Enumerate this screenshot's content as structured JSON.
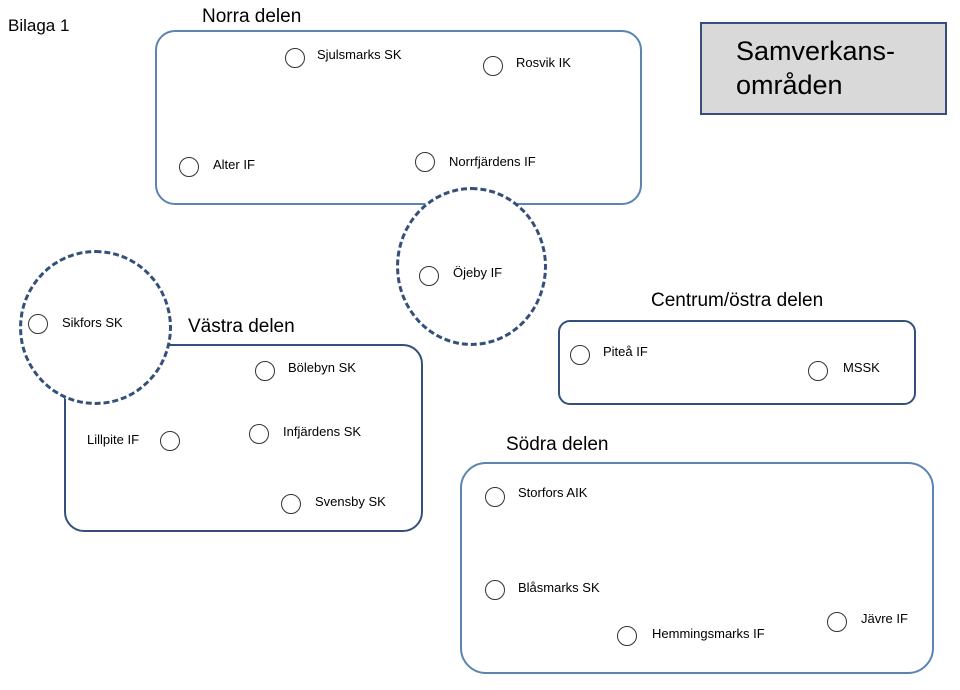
{
  "page": {
    "appendix_label": "Bilaga 1",
    "title_line1": "Samverkans-",
    "title_line2": "områden"
  },
  "colors": {
    "region_border": "#5b84b1",
    "dark_border": "#34507a",
    "title_bg": "#d9d9d9",
    "marker": "#333333"
  },
  "regions": {
    "norra": {
      "title": "Norra delen",
      "clubs": [
        "Sjulsmarks SK",
        "Rosvik IK",
        "Alter IF",
        "Norrfjärdens IF"
      ]
    },
    "ojeby": {
      "clubs": [
        "Öjeby IF"
      ]
    },
    "sikfors": {
      "clubs": [
        "Sikfors SK"
      ]
    },
    "vastra": {
      "title": "Västra delen",
      "clubs": [
        "Bölebyn SK",
        "Lillpite IF",
        "Infjärdens SK",
        "Svensby SK"
      ]
    },
    "centrum": {
      "title": "Centrum/östra delen",
      "clubs": [
        "Piteå IF",
        "MSSK"
      ]
    },
    "sodra": {
      "title": "Södra delen",
      "clubs": [
        "Storfors AIK",
        "Blåsmarks SK",
        "Hemmingsmarks IF",
        "Jävre IF"
      ]
    }
  }
}
